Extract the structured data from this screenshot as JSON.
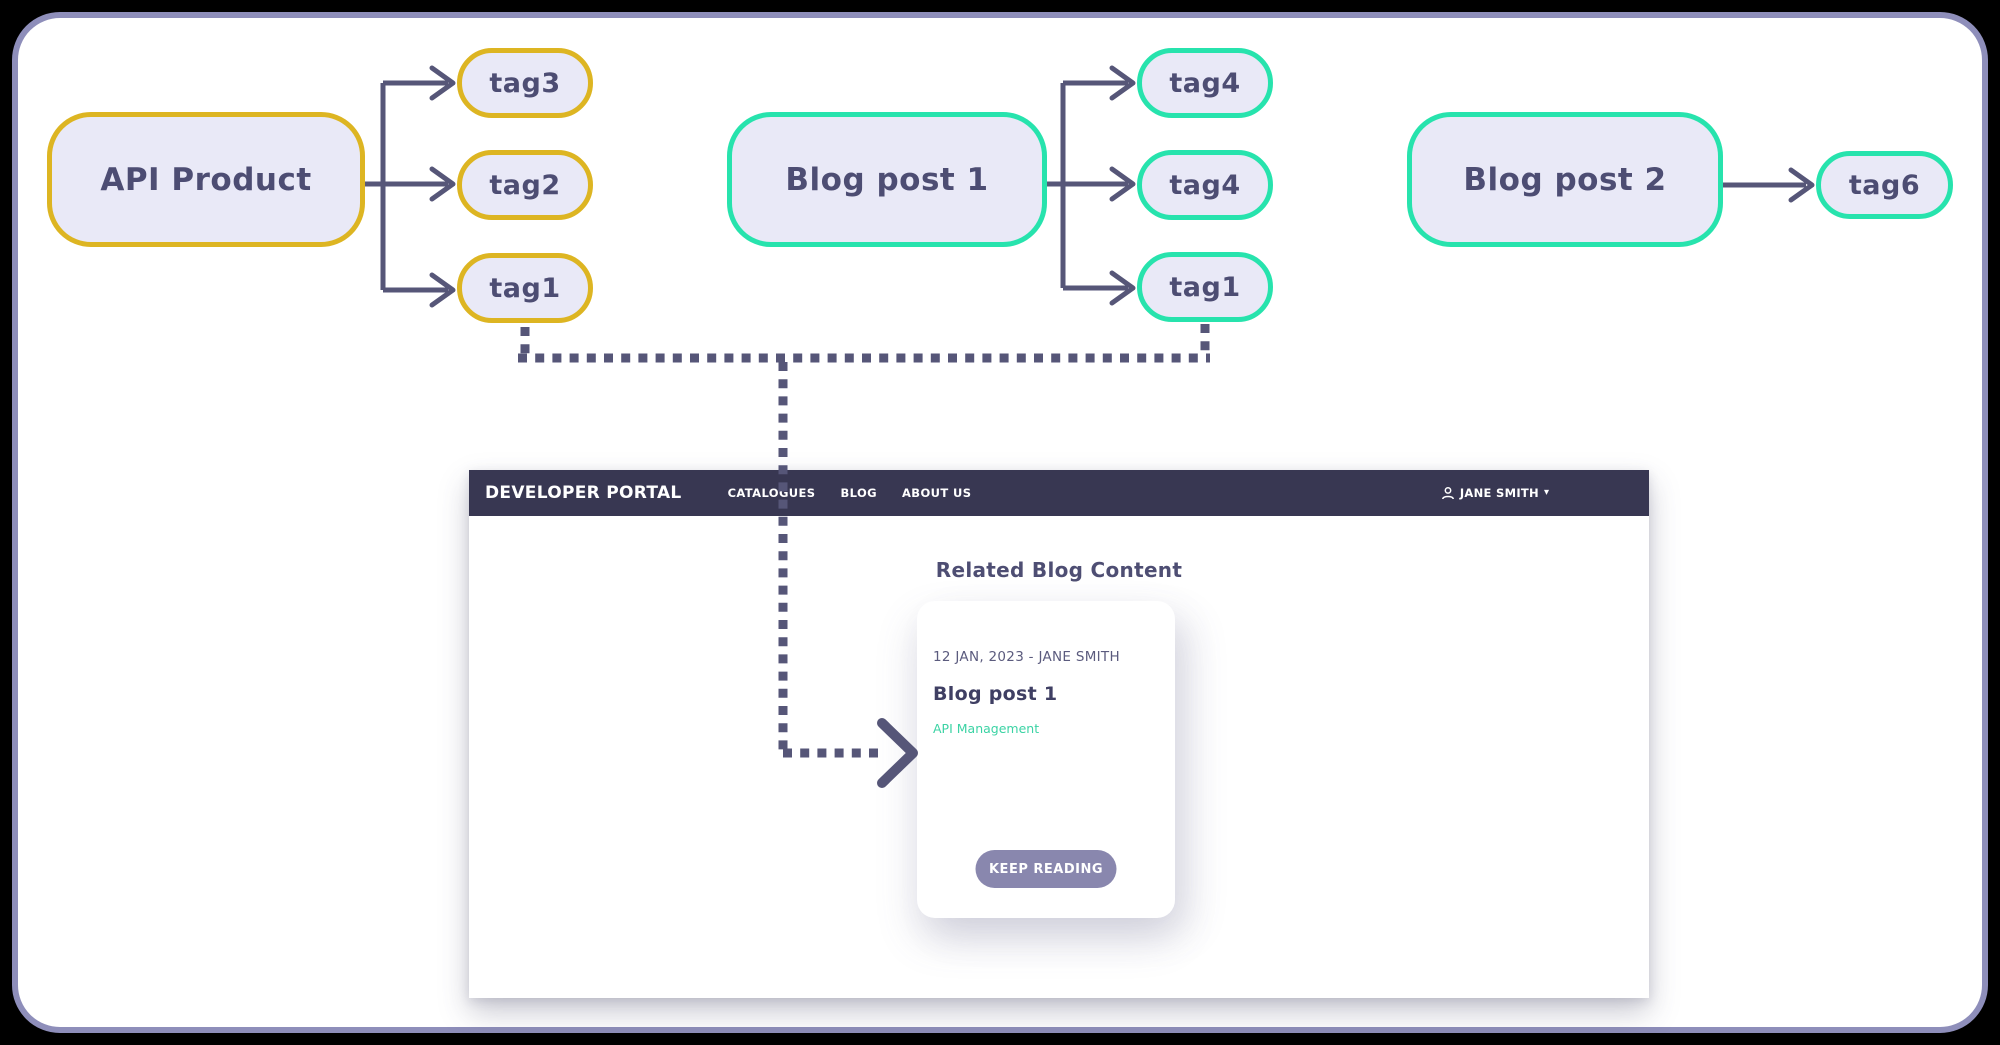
{
  "colors": {
    "outside": "#000000",
    "canvas": "#ffffff",
    "frame_border": "#8e8eba",
    "line": "#565678",
    "node_fill": "#e9e9f7",
    "node_text": "#4d4d73",
    "yellow": "#ddb522",
    "teal": "#27e3ad",
    "header_bg": "#383752",
    "header_text": "#ffffff",
    "button_bg": "#8987ae",
    "button_text": "#ffffff",
    "date_text": "#5b5b7e",
    "title_text": "#3f3f63",
    "tag_link": "#3bd3a4",
    "heading_text": "#4e4e73"
  },
  "diagram": {
    "api_product": {
      "label": "API Product",
      "tags": [
        "tag3",
        "tag2",
        "tag1"
      ]
    },
    "blog_post_1": {
      "label": "Blog post 1",
      "tags": [
        "tag4",
        "tag4",
        "tag1"
      ]
    },
    "blog_post_2": {
      "label": "Blog post 2",
      "tags": [
        "tag6"
      ]
    }
  },
  "portal": {
    "brand": "DEVELOPER PORTAL",
    "nav": [
      "CATALOGUES",
      "BLOG",
      "ABOUT US"
    ],
    "user": "JANE SMITH",
    "section_title": "Related Blog Content",
    "card": {
      "meta": "12 JAN, 2023 - JANE SMITH",
      "title": "Blog post 1",
      "tag": "API Management",
      "cta": "KEEP READING"
    }
  }
}
